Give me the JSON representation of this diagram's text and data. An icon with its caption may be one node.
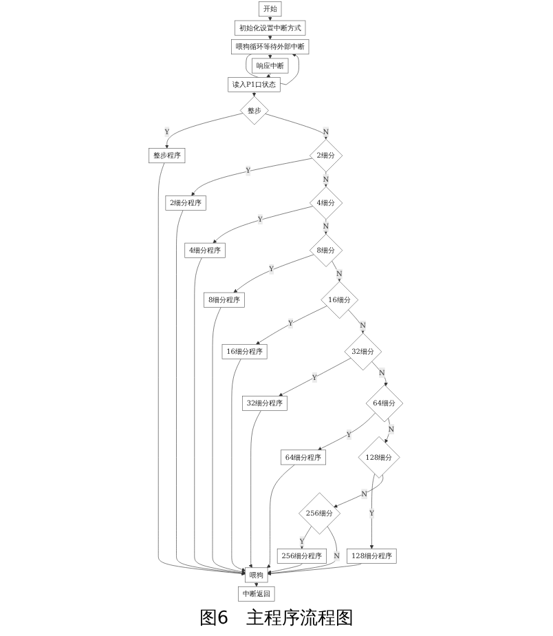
{
  "diagram": {
    "caption": "图6　主程序流程图",
    "nodes": [
      {
        "text": [
          "开始"
        ]
      },
      {
        "text": [
          "初始化设置中断方式"
        ]
      },
      {
        "text": [
          "喂狗循环等待外部中断"
        ]
      },
      {
        "text": [
          "响应中断"
        ]
      },
      {
        "text": [
          "读入P1口状态"
        ]
      },
      {
        "text": [
          "整步"
        ]
      },
      {
        "text": [
          "整步程序"
        ]
      },
      {
        "text": [
          "2细分"
        ]
      },
      {
        "text": [
          "2细分程序"
        ]
      },
      {
        "text": [
          "4细分"
        ]
      },
      {
        "text": [
          "4细分程序"
        ]
      },
      {
        "text": [
          "8细分"
        ]
      },
      {
        "text": [
          "8细分程序"
        ]
      },
      {
        "text": [
          "16细分"
        ]
      },
      {
        "text": [
          "16细分程序"
        ]
      },
      {
        "text": [
          "32细分"
        ]
      },
      {
        "text": [
          "32细分程序"
        ]
      },
      {
        "text": [
          "64细分"
        ]
      },
      {
        "text": [
          "64细分程序"
        ]
      },
      {
        "text": [
          "128细分"
        ]
      },
      {
        "text": [
          "128细分程序"
        ]
      },
      {
        "text": [
          "256细分"
        ]
      },
      {
        "text": [
          "256细分程序"
        ]
      },
      {
        "text": [
          "喂狗"
        ]
      },
      {
        "text": [
          "中断返回"
        ]
      }
    ],
    "edges": [
      {
        "from": 0,
        "to": 1,
        "arrow": "to"
      },
      {
        "from": 1,
        "to": 2,
        "arrow": "to"
      },
      {
        "from": 2,
        "to": 2,
        "arrow": "to"
      },
      {
        "from": 2,
        "to": 3,
        "arrow": "to"
      },
      {
        "from": 3,
        "to": 4,
        "arrow": "to"
      },
      {
        "from": 4,
        "to": 5,
        "arrow": "to"
      },
      {
        "from": 5,
        "to": 6,
        "arrow": "to",
        "label": "Y"
      },
      {
        "from": 5,
        "to": 7,
        "arrow": "to",
        "label": "N"
      },
      {
        "from": 7,
        "to": 8,
        "arrow": "to",
        "label": "Y"
      },
      {
        "from": 7,
        "to": 9,
        "arrow": "to",
        "label": "N"
      },
      {
        "from": 9,
        "to": 10,
        "arrow": "to",
        "label": "Y"
      },
      {
        "from": 9,
        "to": 11,
        "arrow": "to",
        "label": "N"
      },
      {
        "from": 11,
        "to": 12,
        "arrow": "to",
        "label": "Y"
      },
      {
        "from": 11,
        "to": 13,
        "arrow": "to",
        "label": "N"
      },
      {
        "from": 13,
        "to": 14,
        "arrow": "to",
        "label": "Y"
      },
      {
        "from": 13,
        "to": 15,
        "arrow": "to",
        "label": "N"
      },
      {
        "from": 15,
        "to": 16,
        "arrow": "to",
        "label": "Y"
      },
      {
        "from": 15,
        "to": 17,
        "arrow": "to",
        "label": "N"
      },
      {
        "from": 17,
        "to": 18,
        "arrow": "to",
        "label": "Y"
      },
      {
        "from": 17,
        "to": 19,
        "arrow": "to",
        "label": "N"
      },
      {
        "from": 19,
        "to": 20,
        "arrow": "to",
        "label": "Y"
      },
      {
        "from": 19,
        "to": 21,
        "arrow": "to",
        "label": "N"
      },
      {
        "from": 21,
        "to": 22,
        "arrow": "to",
        "label": "Y"
      },
      {
        "from": 21,
        "to": 23,
        "arrow": "to",
        "label": "N"
      },
      {
        "from": 6,
        "to": 23,
        "arrow": "to"
      },
      {
        "from": 8,
        "to": 23,
        "arrow": "to"
      },
      {
        "from": 10,
        "to": 23,
        "arrow": "to"
      },
      {
        "from": 12,
        "to": 23,
        "arrow": "to"
      },
      {
        "from": 14,
        "to": 23,
        "arrow": "to"
      },
      {
        "from": 16,
        "to": 23,
        "arrow": "to"
      },
      {
        "from": 18,
        "to": 23,
        "arrow": "to"
      },
      {
        "from": 20,
        "to": 23,
        "arrow": "to"
      },
      {
        "from": 22,
        "to": 23,
        "arrow": "to"
      },
      {
        "from": 23,
        "to": 24,
        "arrow": "to"
      }
    ]
  }
}
